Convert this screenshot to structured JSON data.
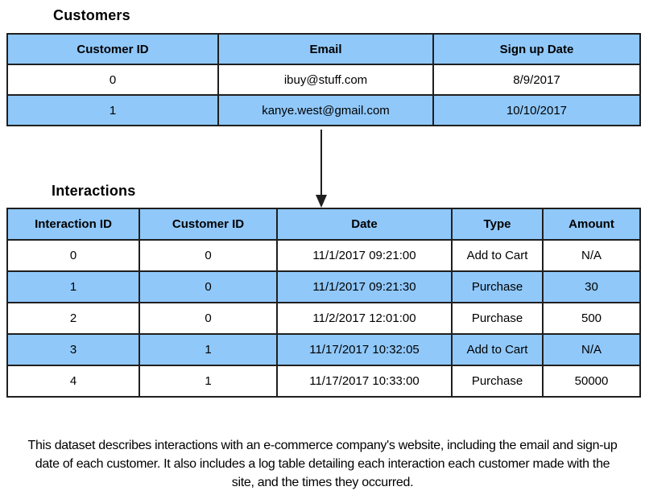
{
  "customers": {
    "title": "Customers",
    "headers": [
      "Customer ID",
      "Email",
      "Sign up Date"
    ],
    "rows": [
      [
        "0",
        "ibuy@stuff.com",
        "8/9/2017"
      ],
      [
        "1",
        "kanye.west@gmail.com",
        "10/10/2017"
      ]
    ]
  },
  "interactions": {
    "title": "Interactions",
    "headers": [
      "Interaction ID",
      "Customer ID",
      "Date",
      "Type",
      "Amount"
    ],
    "rows": [
      [
        "0",
        "0",
        "11/1/2017 09:21:00",
        "Add to Cart",
        "N/A"
      ],
      [
        "1",
        "0",
        "11/1/2017 09:21:30",
        "Purchase",
        "30"
      ],
      [
        "2",
        "0",
        "11/2/2017 12:01:00",
        "Purchase",
        "500"
      ],
      [
        "3",
        "1",
        "11/17/2017 10:32:05",
        "Add to Cart",
        "N/A"
      ],
      [
        "4",
        "1",
        "11/17/2017 10:33:00",
        "Purchase",
        "50000"
      ]
    ]
  },
  "caption": "This dataset describes interactions with an e-commerce company's website, including the email and sign-up date of each customer. It also includes a log table detailing each interaction each customer made with the site, and the times they occurred.",
  "colors": {
    "row_highlight": "#90C8FA",
    "border": "#1f1f1f"
  }
}
